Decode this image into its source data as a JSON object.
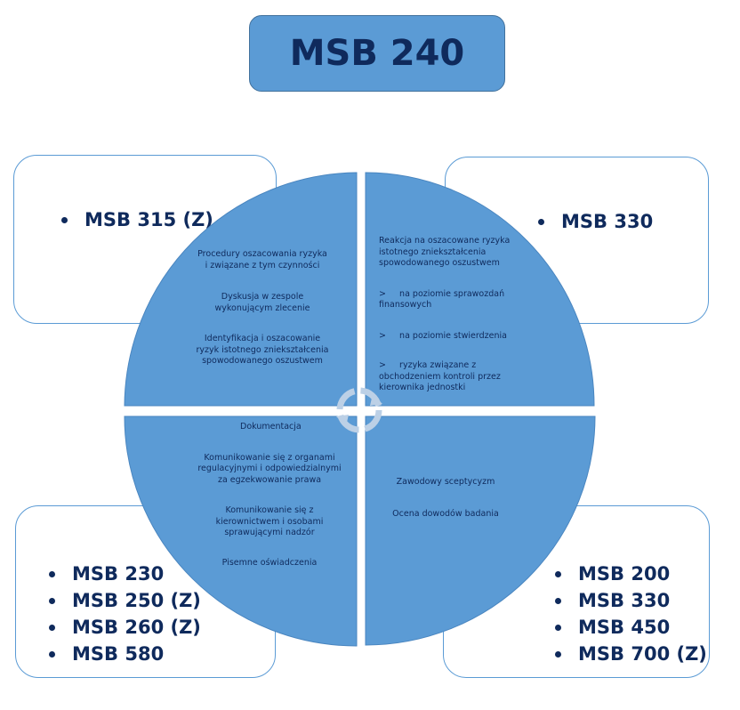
{
  "title": "MSB 240",
  "corners": {
    "top_left": [
      "MSB 315 (Z)"
    ],
    "top_right": [
      "MSB 330"
    ],
    "bottom_left": [
      "MSB 230",
      "MSB 250 (Z)",
      "MSB 260 (Z)",
      "MSB 580"
    ],
    "bottom_right": [
      "MSB 200",
      "MSB 330",
      "MSB 450",
      "MSB 700 (Z)"
    ]
  },
  "quadrants": {
    "top_left": [
      "Procedury oszacowania ryzyka",
      "i związane z tym czynności",
      "Dyskusja w zespole",
      "wykonującym zlecenie",
      "Identyfikacja i oszacowanie",
      "ryzyk istotnego zniekształcenia",
      "spowodowanego oszustwem"
    ],
    "top_right": [
      "Reakcja na oszacowane ryzyka",
      "istotnego zniekształcenia",
      "spowodowanego oszustwem",
      ">     na poziomie sprawozdań",
      "finansowych",
      ">     na poziomie stwierdzenia",
      ">     ryzyka związane z",
      "obchodzeniem kontroli przez",
      "kierownika jednostki"
    ],
    "bottom_left": [
      "Dokumentacja",
      "Komunikowanie się z organami",
      "regulacyjnymi i odpowiedzialnymi",
      "za egzekwowanie prawa",
      "Komunikowanie się z",
      "kierownictwem i osobami",
      "sprawującymi nadzór",
      "Pisemne oświadczenia"
    ],
    "bottom_right": [
      "Zawodowy sceptycyzm",
      "Ocena dowodów badania"
    ]
  },
  "colors": {
    "quadrant_fill": "#5b9bd5",
    "text": "#0f2a5c",
    "border": "#5b9bd5"
  }
}
